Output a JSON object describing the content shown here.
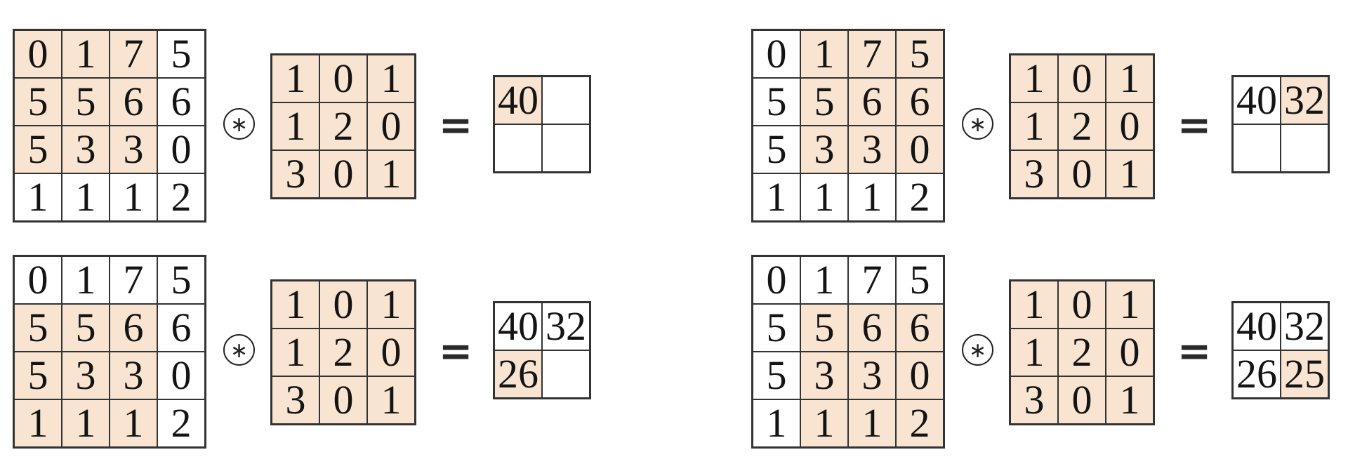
{
  "colors": {
    "highlight": "#f8e4d1",
    "grid_line": "#333333",
    "text": "#141414",
    "background": "#ffffff"
  },
  "symbols": {
    "operator": "∗",
    "equals": "="
  },
  "matrices": {
    "input": {
      "rows": 4,
      "cols": 4,
      "values": [
        [
          "0",
          "1",
          "7",
          "5"
        ],
        [
          "5",
          "5",
          "6",
          "6"
        ],
        [
          "5",
          "3",
          "3",
          "0"
        ],
        [
          "1",
          "1",
          "1",
          "2"
        ]
      ]
    },
    "kernel": {
      "rows": 3,
      "cols": 3,
      "values": [
        [
          "1",
          "0",
          "1"
        ],
        [
          "1",
          "2",
          "0"
        ],
        [
          "3",
          "0",
          "1"
        ]
      ]
    }
  },
  "panels": [
    {
      "id": "conv-step-1",
      "input_highlight_rows": [
        0,
        1,
        2
      ],
      "input_highlight_cols": [
        0,
        1,
        2
      ],
      "output": {
        "rows": 2,
        "cols": 2,
        "values": [
          [
            "40",
            ""
          ],
          [
            "",
            ""
          ]
        ],
        "highlight": [
          [
            true,
            false
          ],
          [
            false,
            false
          ]
        ]
      }
    },
    {
      "id": "conv-step-2",
      "input_highlight_rows": [
        0,
        1,
        2
      ],
      "input_highlight_cols": [
        1,
        2,
        3
      ],
      "output": {
        "rows": 2,
        "cols": 2,
        "values": [
          [
            "40",
            "32"
          ],
          [
            "",
            ""
          ]
        ],
        "highlight": [
          [
            false,
            true
          ],
          [
            false,
            false
          ]
        ]
      }
    },
    {
      "id": "conv-step-3",
      "input_highlight_rows": [
        1,
        2,
        3
      ],
      "input_highlight_cols": [
        0,
        1,
        2
      ],
      "output": {
        "rows": 2,
        "cols": 2,
        "values": [
          [
            "40",
            "32"
          ],
          [
            "26",
            ""
          ]
        ],
        "highlight": [
          [
            false,
            false
          ],
          [
            true,
            false
          ]
        ]
      }
    },
    {
      "id": "conv-step-4",
      "input_highlight_rows": [
        1,
        2,
        3
      ],
      "input_highlight_cols": [
        1,
        2,
        3
      ],
      "output": {
        "rows": 2,
        "cols": 2,
        "values": [
          [
            "40",
            "32"
          ],
          [
            "26",
            "25"
          ]
        ],
        "highlight": [
          [
            false,
            false
          ],
          [
            false,
            true
          ]
        ]
      }
    }
  ]
}
